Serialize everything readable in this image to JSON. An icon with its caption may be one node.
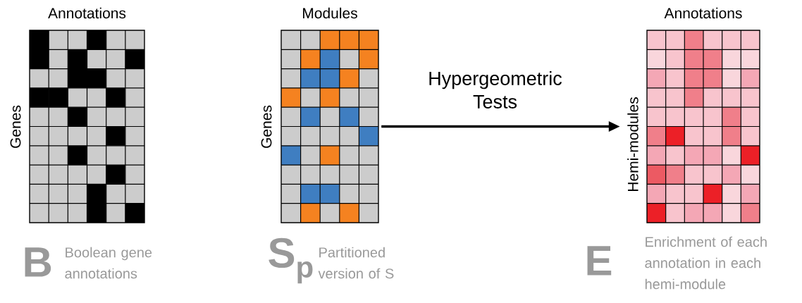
{
  "diagram": {
    "nodes": [
      {
        "text": [
          "Annotations",
          "Genes"
        ]
      },
      {
        "text": [
          "Modules",
          "Genes"
        ]
      },
      {
        "text": [
          "Annotations",
          "Hemi-modules"
        ]
      }
    ],
    "edges": [
      {
        "from": 1,
        "to": 2,
        "arrow": "to",
        "label": "Hypergeometric Tests"
      }
    ],
    "labels": [
      "B",
      "Boolean gene annotations",
      "S$_{p}$",
      "Partitioned version of S",
      "E",
      "Enrichment of each annotation in each hemi-module"
    ]
  }
}
